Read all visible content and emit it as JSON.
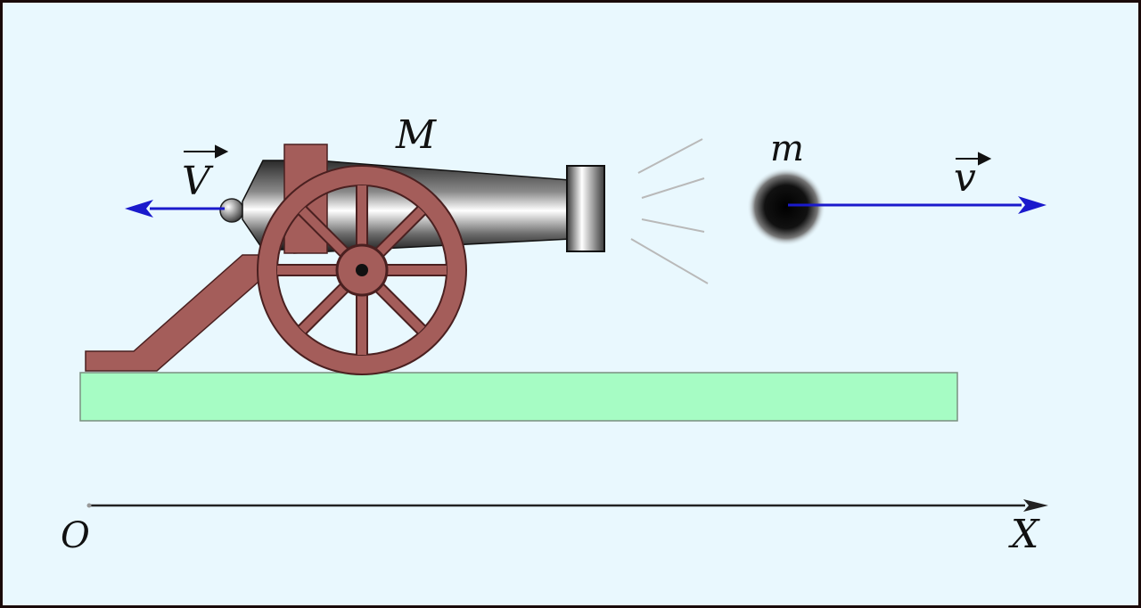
{
  "labels": {
    "cannon_mass": "M",
    "ball_mass": "m",
    "cannon_velocity": "V",
    "ball_velocity": "v",
    "origin": "O",
    "axis": "X"
  },
  "colors": {
    "background": "#e9f8fe",
    "frame": "#1a0a0a",
    "ground": "#a6fcc4",
    "carriage": "#a45d5a",
    "velocity_arrow": "#1a1acc",
    "axis": "#222222"
  },
  "icons": [
    "cannon-icon",
    "cannonball-icon",
    "wheel-icon"
  ]
}
